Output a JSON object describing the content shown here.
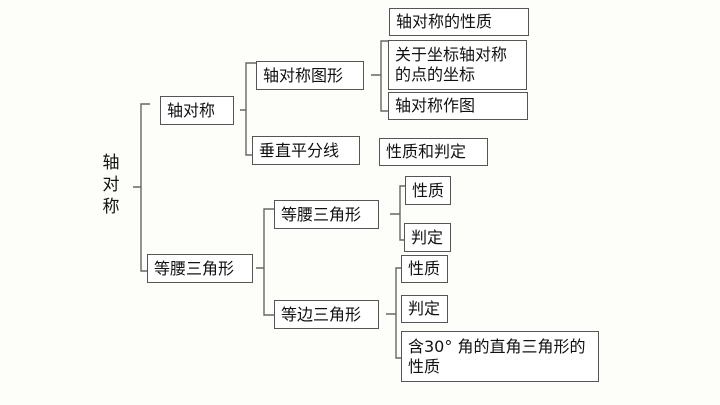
{
  "root": "轴对称",
  "branches": {
    "axial": {
      "label": "轴对称",
      "figure": {
        "label": "轴对称图形",
        "children": [
          "轴对称的性质",
          "关于坐标轴对称的点的坐标",
          "轴对称作图"
        ]
      },
      "bisector": {
        "label": "垂直平分线",
        "children": [
          "性质和判定"
        ]
      }
    },
    "isosceles": {
      "label": "等腰三角形",
      "isosceles_triangle": {
        "label": "等腰三角形",
        "children": [
          "性质",
          "判定"
        ]
      },
      "equilateral": {
        "label": "等边三角形",
        "children": [
          "性质",
          "判定",
          "含30° 角的直角三角形的性质"
        ]
      }
    }
  }
}
